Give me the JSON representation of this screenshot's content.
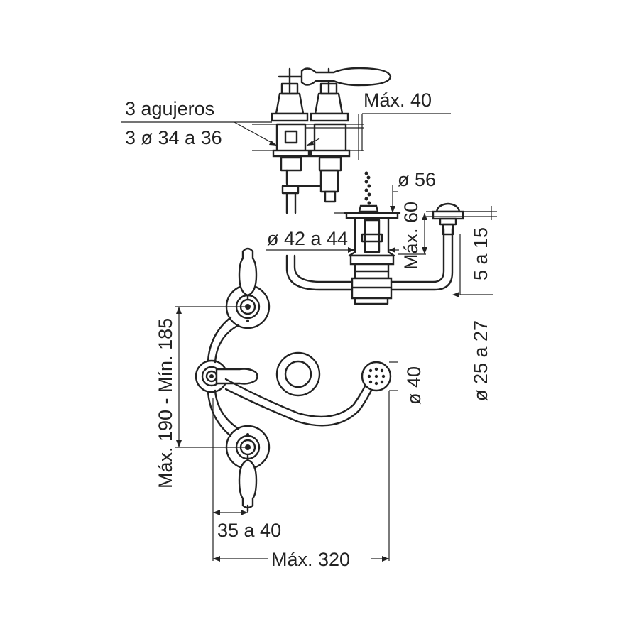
{
  "dimensions": {
    "holes_title": "3 agujeros",
    "holes_diameter": "3 ø 34 a 36",
    "max_40_top": "Máx. 40",
    "diameter_56": "ø 56",
    "max_60": "Máx. 60",
    "diameter_42_44": "ø 42 a 44",
    "range_5_15": "5 a 15",
    "diameter_25_27": "ø 25 a 27",
    "height_190_185": "Máx. 190 - Mín. 185",
    "diameter_40": "ø 40",
    "offset_35_40": "35 a 40",
    "max_320": "Máx. 320"
  },
  "colors": {
    "line": "#222222",
    "background": "#ffffff"
  }
}
